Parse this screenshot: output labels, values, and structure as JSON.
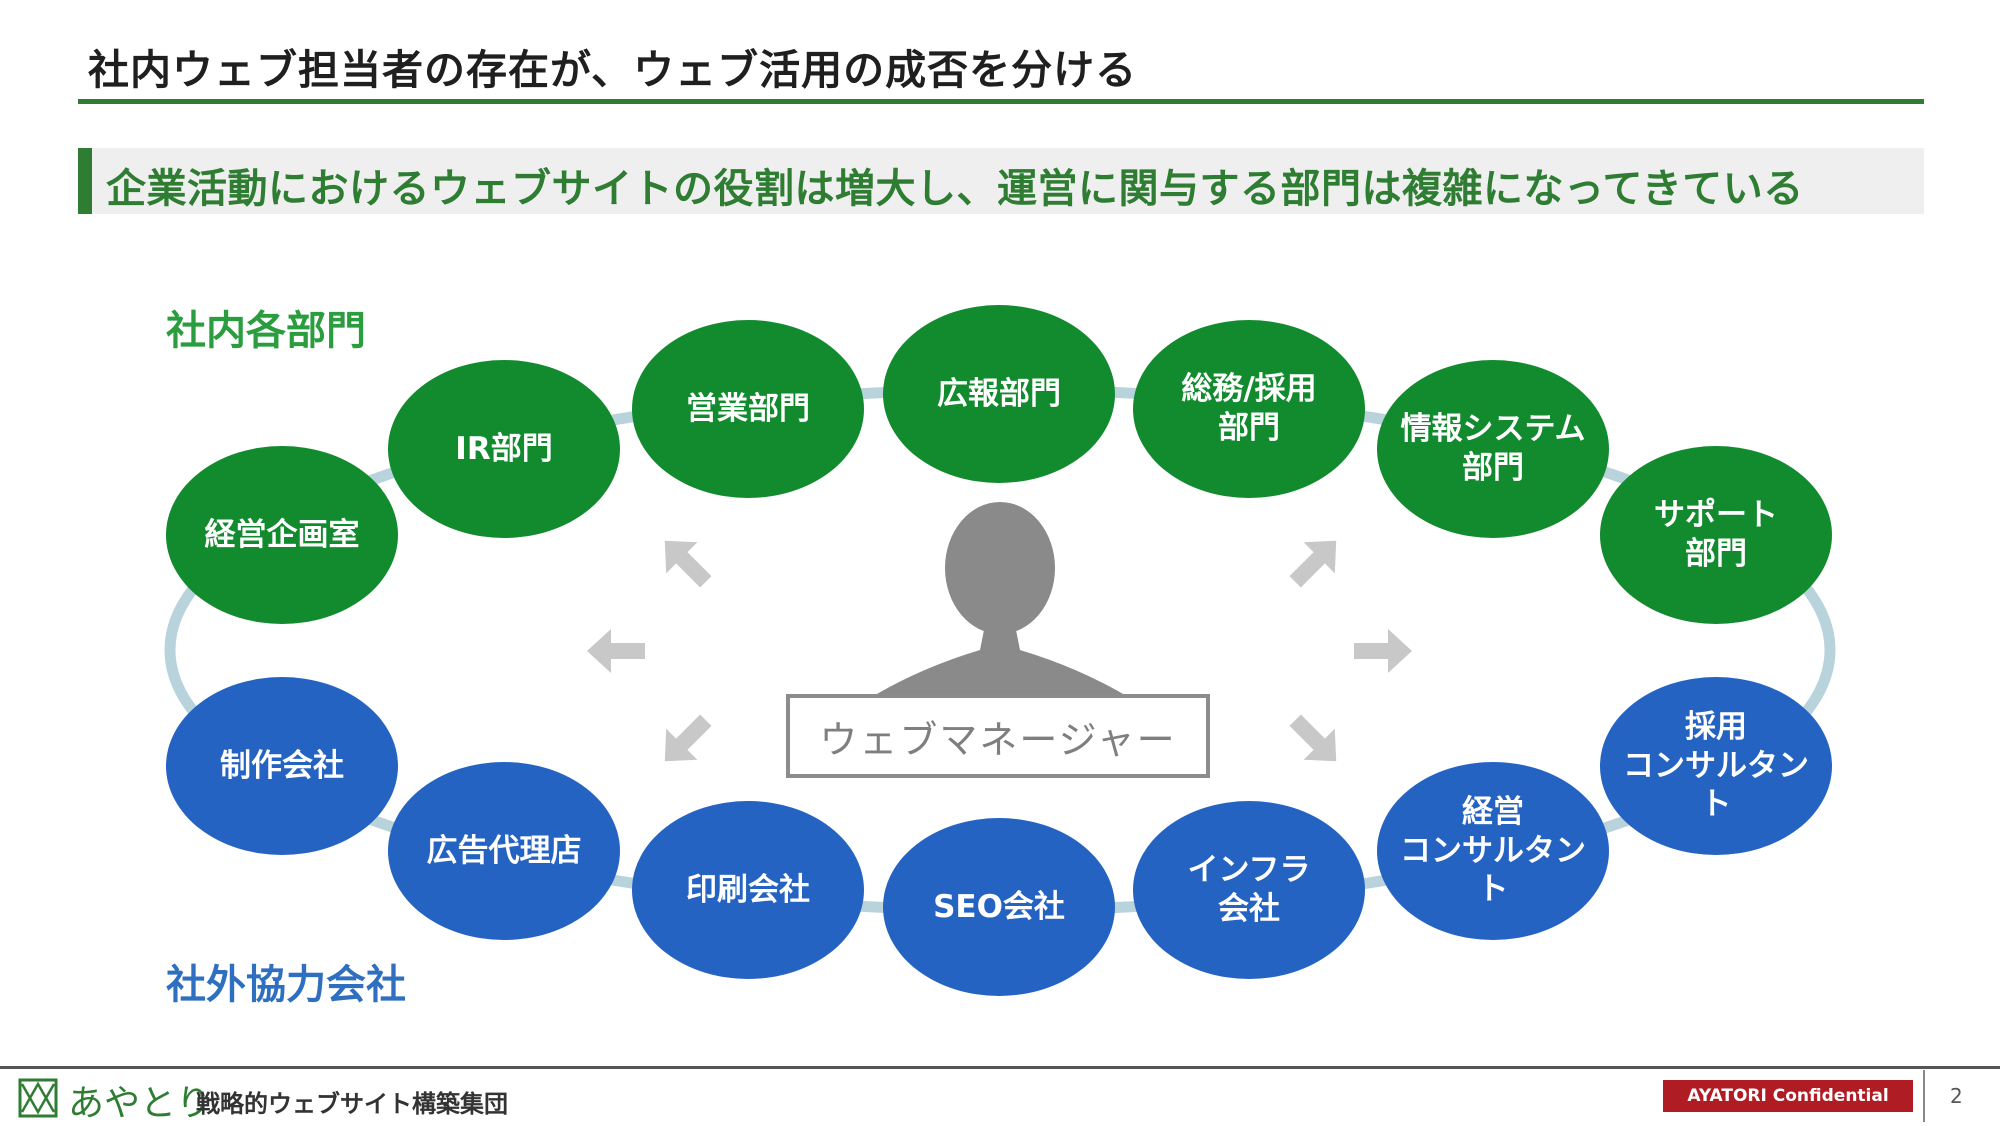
{
  "slide": {
    "title": "社内ウェブ担当者の存在が、ウェブ活用の成否を分ける",
    "banner": "企業活動におけるウェブサイトの役割は増大し、運営に関与する部門は複雑になってきている"
  },
  "diagram": {
    "internal_label": "社内各部門",
    "external_label": "社外協力会社",
    "center_label": "ウェブマネージャー",
    "internal_nodes": [
      "経営企画室",
      "IR部門",
      "営業部門",
      "広報部門",
      "総務/採用\n部門",
      "情報システム\n部門",
      "サポート\n部門"
    ],
    "external_nodes": [
      "制作会社",
      "広告代理店",
      "印刷会社",
      "SEO会社",
      "インフラ\n会社",
      "経営\nコンサルタント",
      "採用\nコンサルタント"
    ],
    "colors": {
      "internal": "#128a2e",
      "external": "#2563c2",
      "ring": "#b9d3dd",
      "arrow": "#c8c8c8",
      "person": "#8a8a8a"
    }
  },
  "footer": {
    "brand": "あやとり",
    "company": "戦略的ウェブサイト構築集団",
    "confidential": "AYATORI Confidential",
    "page": "2"
  }
}
